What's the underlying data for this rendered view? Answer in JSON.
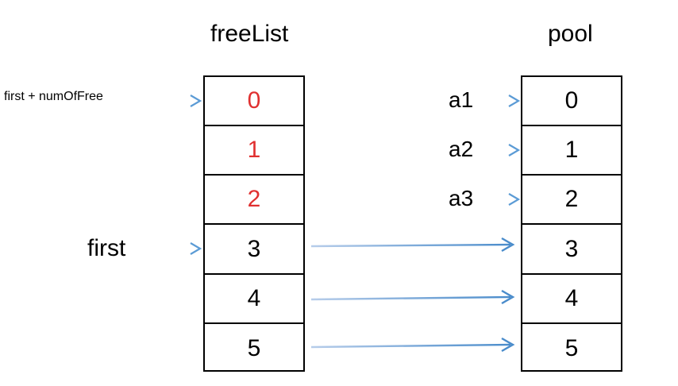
{
  "diagram": {
    "title_left": "freeList",
    "title_right": "pool",
    "accent_red": "#E03030",
    "accent_blue": "#8FAADC",
    "border_color": "#000000",
    "background": "#FFFFFF"
  },
  "freelist": {
    "heading": "freeList",
    "cells": [
      {
        "value": "0",
        "state": "free"
      },
      {
        "value": "1",
        "state": "free"
      },
      {
        "value": "2",
        "state": "free"
      },
      {
        "value": "3",
        "state": "used"
      },
      {
        "value": "4",
        "state": "used"
      },
      {
        "value": "5",
        "state": "used"
      }
    ]
  },
  "pool": {
    "heading": "pool",
    "cells": [
      {
        "value": "0"
      },
      {
        "value": "1"
      },
      {
        "value": "2"
      },
      {
        "value": "3"
      },
      {
        "value": "4"
      },
      {
        "value": "5"
      }
    ]
  },
  "pointers": {
    "first_plus_num": "first + numOfFree",
    "first": "first",
    "a1": "a1",
    "a2": "a2",
    "a3": "a3"
  }
}
